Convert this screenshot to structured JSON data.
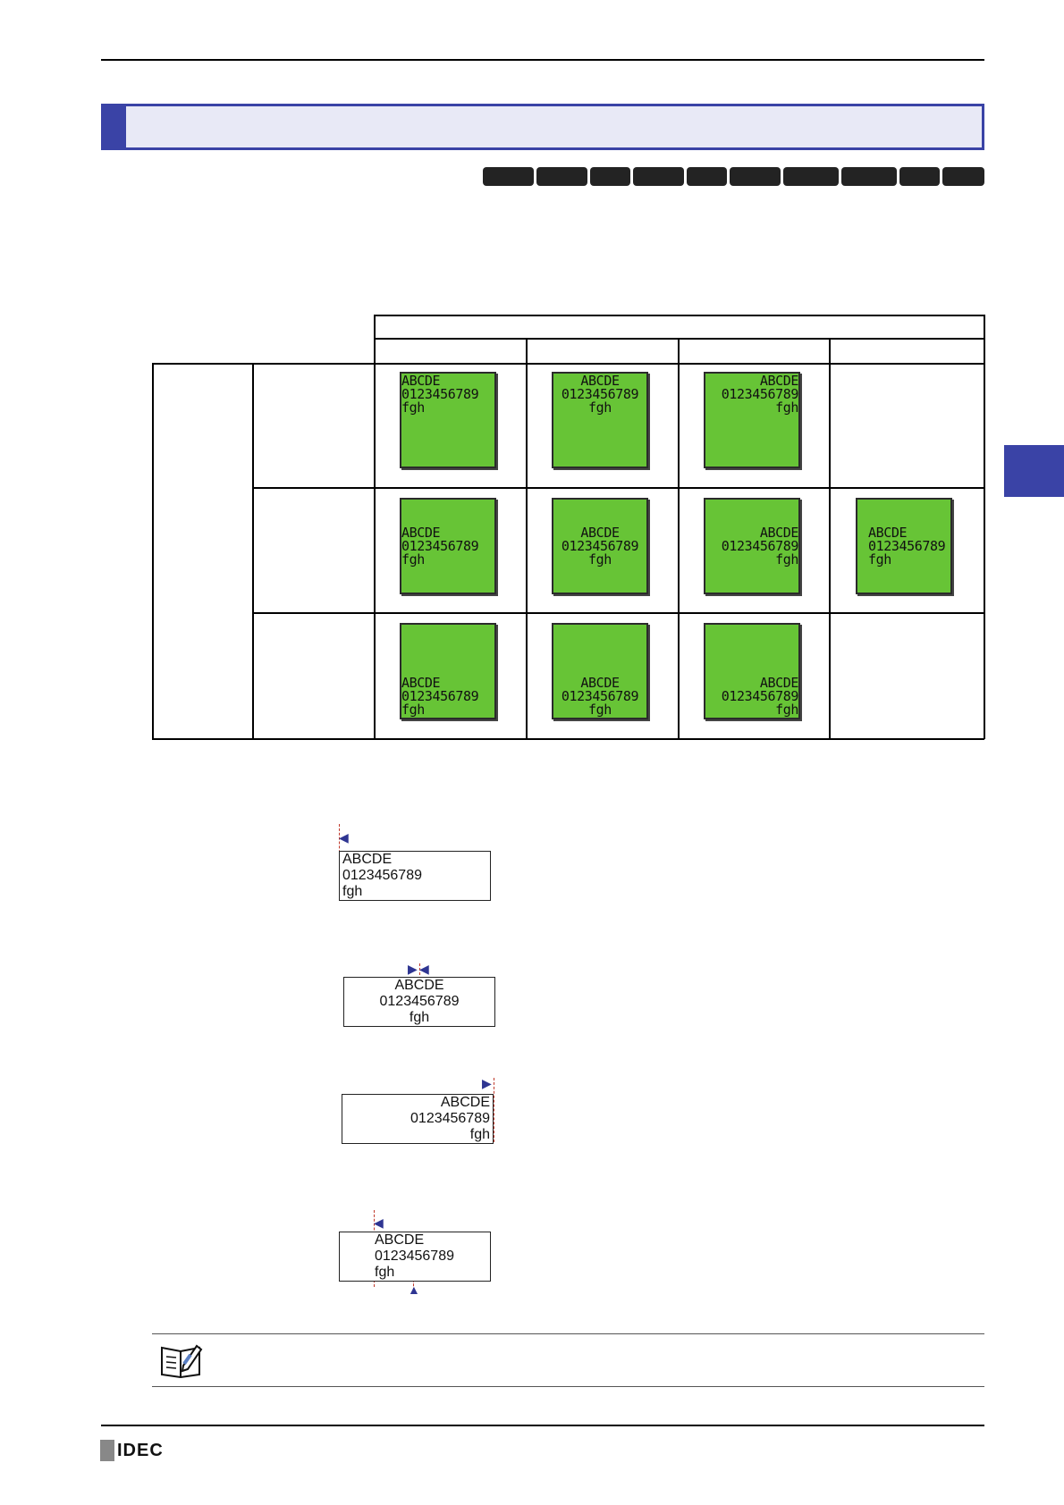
{
  "samples": {
    "line1": "ABCDE",
    "line2": "0123456789",
    "line3": "fgh"
  },
  "colors": {
    "accent": "#3a43a6",
    "section_bg": "#e8e9f6",
    "preview_green": "#67c436",
    "guide_red": "#c0392b",
    "arrow_blue": "#2e3592"
  },
  "footer": {
    "logo": "IDEC"
  },
  "icons": {
    "note": "note-pencil-icon",
    "arrow_left": "arrow-left-icon",
    "arrow_right": "arrow-right-icon",
    "arrow_up": "arrow-up-icon"
  }
}
